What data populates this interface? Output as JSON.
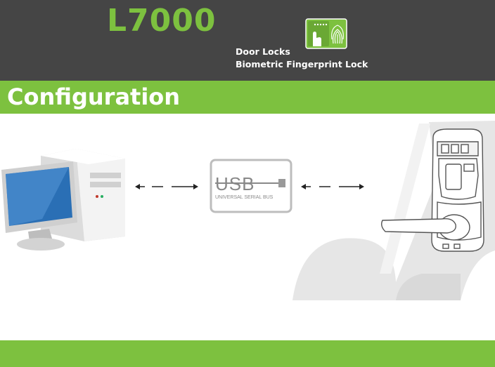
{
  "header": {
    "brand": "L7000",
    "subtitle_line1": "Door Locks",
    "subtitle_line2": "Biometric Fingerprint  Lock",
    "logo_icon": "fingerprint-touch-icon"
  },
  "section": {
    "title": "Configuration"
  },
  "diagram": {
    "left_device_icon": "desktop-computer-icon",
    "middle_device": {
      "icon": "usb-icon",
      "logo_text": "USB",
      "caption": "UNIVERSAL SERIAL BUS"
    },
    "right_device_icon": "door-lock-icon",
    "connector_icon": "double-arrow-icon"
  },
  "colors": {
    "header_bg": "#454545",
    "accent_green": "#7dc13f",
    "background": "#ffffff"
  }
}
